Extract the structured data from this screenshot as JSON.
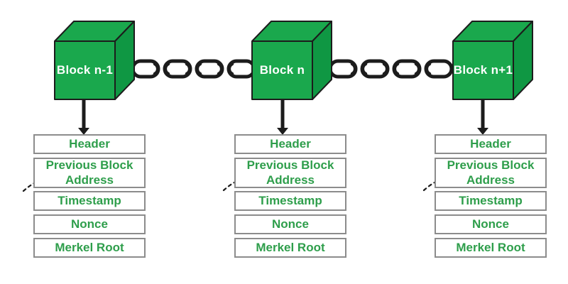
{
  "blocks": [
    {
      "label": "Block n-1",
      "fields": [
        "Header",
        "Previous Block Address",
        "Timestamp",
        "Nonce",
        "Merkel Root"
      ]
    },
    {
      "label": "Block n",
      "fields": [
        "Header",
        "Previous Block Address",
        "Timestamp",
        "Nonce",
        "Merkel Root"
      ]
    },
    {
      "label": "Block n+1",
      "fields": [
        "Header",
        "Previous Block Address",
        "Timestamp",
        "Nonce",
        "Merkel Root"
      ]
    }
  ],
  "colors": {
    "cube_green": "#1aa84d",
    "cube_side_green": "#0f9743",
    "field_text_green": "#2e9e4b",
    "box_border_gray": "#8c8c8c",
    "line_black": "#1c1c1c",
    "background": "#ffffff",
    "cube_label_white": "#ffffff"
  }
}
